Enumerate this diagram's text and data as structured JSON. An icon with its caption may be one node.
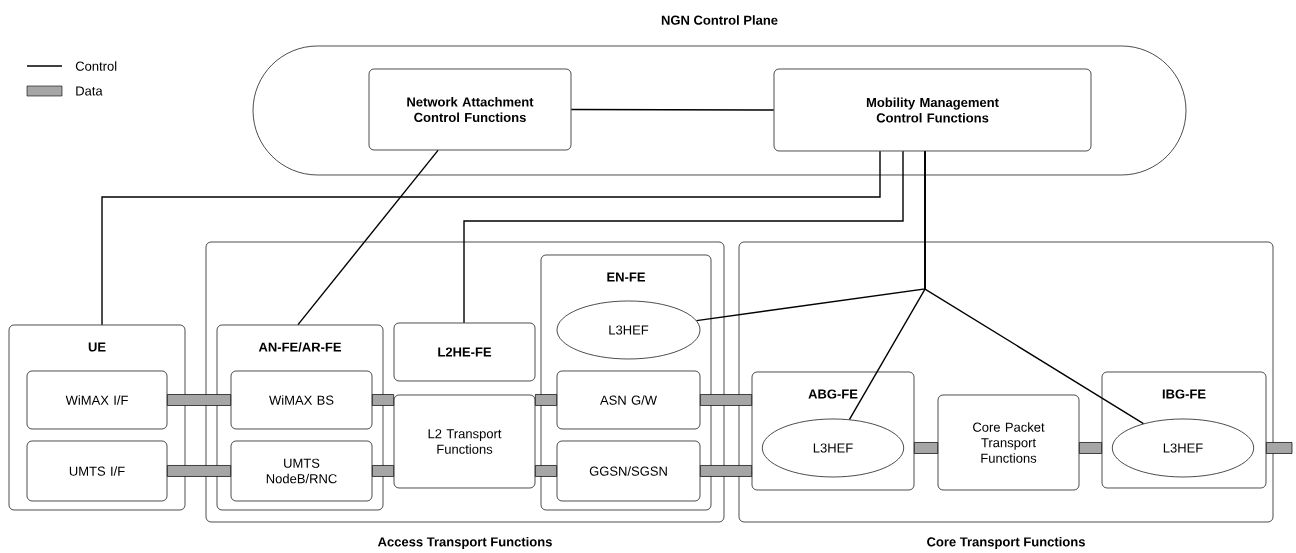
{
  "diagram": {
    "nodes": [
      {
        "text": [
          "NGN Control Plane"
        ]
      },
      {
        "text": [
          "Network Attachment Control Functions"
        ],
        "in": 0
      },
      {
        "text": [
          "Mobility Management Control Functions"
        ],
        "in": 0
      },
      {
        "text": [
          "UE"
        ]
      },
      {
        "text": [
          "WiMAX I/F"
        ],
        "in": 3
      },
      {
        "text": [
          "UMTS I/F"
        ],
        "in": 3
      },
      {
        "text": [
          "Access Transport Functions"
        ]
      },
      {
        "text": [
          "AN-FE/AR-FE"
        ],
        "in": 6
      },
      {
        "text": [
          "WiMAX BS"
        ],
        "in": 7
      },
      {
        "text": [
          "UMTS NodeB/RNC"
        ],
        "in": 7
      },
      {
        "text": [
          "L2HE-FE"
        ],
        "in": 6
      },
      {
        "text": [
          "L2 Transport Functions"
        ],
        "in": 6
      },
      {
        "text": [
          "EN-FE"
        ],
        "in": 6
      },
      {
        "text": [
          "L3HEF"
        ],
        "in": 12
      },
      {
        "text": [
          "ASN G/W"
        ],
        "in": 12
      },
      {
        "text": [
          "GGSN/SGSN"
        ],
        "in": 12
      },
      {
        "text": [
          "Core Transport Functions"
        ]
      },
      {
        "text": [
          "ABG-FE"
        ],
        "in": 16
      },
      {
        "text": [
          "L3HEF"
        ],
        "in": 17
      },
      {
        "text": [
          "Core Packet Transport Functions"
        ],
        "in": 16
      },
      {
        "text": [
          "IBG-FE"
        ],
        "in": 16
      },
      {
        "text": [
          "L3HEF"
        ],
        "in": 20
      }
    ],
    "edges": [
      {
        "from": 1,
        "to": 2,
        "arrow": "none"
      },
      {
        "from": 2,
        "to": 3,
        "arrow": "none"
      },
      {
        "from": 1,
        "to": 7,
        "arrow": "none"
      },
      {
        "from": 2,
        "to": 10,
        "arrow": "none"
      },
      {
        "from": 2,
        "to": 13,
        "arrow": "none"
      },
      {
        "from": 2,
        "to": 18,
        "arrow": "none"
      },
      {
        "from": 2,
        "to": 21,
        "arrow": "none"
      },
      {
        "from": 4,
        "to": 8,
        "arrow": "none",
        "style": "thick",
        "color": "#a6a6a6"
      },
      {
        "from": 5,
        "to": 9,
        "arrow": "none",
        "style": "thick",
        "color": "#a6a6a6"
      },
      {
        "from": 8,
        "to": 11,
        "arrow": "none",
        "style": "thick",
        "color": "#a6a6a6"
      },
      {
        "from": 9,
        "to": 11,
        "arrow": "none",
        "style": "thick",
        "color": "#a6a6a6"
      },
      {
        "from": 11,
        "to": 14,
        "arrow": "none",
        "style": "thick",
        "color": "#a6a6a6"
      },
      {
        "from": 11,
        "to": 15,
        "arrow": "none",
        "style": "thick",
        "color": "#a6a6a6"
      },
      {
        "from": 14,
        "to": 17,
        "arrow": "none",
        "style": "thick",
        "color": "#a6a6a6"
      },
      {
        "from": 15,
        "to": 17,
        "arrow": "none",
        "style": "thick",
        "color": "#a6a6a6"
      },
      {
        "from": 17,
        "to": 19,
        "arrow": "none",
        "style": "thick",
        "color": "#a6a6a6"
      },
      {
        "from": 19,
        "to": 20,
        "arrow": "none",
        "style": "thick",
        "color": "#a6a6a6"
      },
      {
        "from": 20,
        "to": null,
        "arrow": "none",
        "style": "thick",
        "color": "#a6a6a6"
      }
    ],
    "legend": [
      {
        "text": "Control"
      },
      {
        "text": "Data",
        "color": "#a6a6a6"
      }
    ]
  }
}
